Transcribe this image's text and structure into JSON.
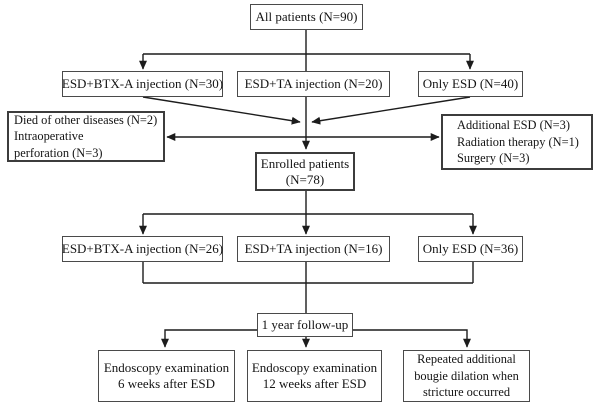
{
  "figure": {
    "type": "flowchart",
    "background_color": "#ffffff",
    "box_border_color": "#4a4a4a",
    "line_color": "#1c1c1c",
    "text_color": "#141414"
  },
  "nodes": {
    "all_patients": {
      "lines": [
        "All patients (N=90)"
      ]
    },
    "esd_btx_30": {
      "lines": [
        "ESD+BTX-A injection (N=30)"
      ]
    },
    "esd_ta_20": {
      "lines": [
        "ESD+TA injection (N=20)"
      ]
    },
    "only_esd_40": {
      "lines": [
        "Only ESD (N=40)"
      ]
    },
    "excluded_left": {
      "lines": [
        "Died of other diseases (N=2)",
        "Intraoperative",
        "perforation (N=3)"
      ]
    },
    "excluded_right": {
      "lines": [
        "Additional ESD (N=3)",
        "Radiation therapy (N=1)",
        "Surgery (N=3)"
      ]
    },
    "enrolled": {
      "lines": [
        "Enrolled patients",
        "(N=78)"
      ]
    },
    "esd_btx_26": {
      "lines": [
        "ESD+BTX-A injection (N=26)"
      ]
    },
    "esd_ta_16": {
      "lines": [
        "ESD+TA injection (N=16)"
      ]
    },
    "only_esd_36": {
      "lines": [
        "Only ESD (N=36)"
      ]
    },
    "follow_up": {
      "lines": [
        "1 year follow-up"
      ]
    },
    "endoscopy_6w": {
      "lines": [
        "Endoscopy examination",
        "6 weeks after ESD"
      ]
    },
    "endoscopy_12w": {
      "lines": [
        "Endoscopy examination",
        "12 weeks after ESD"
      ]
    },
    "bougie": {
      "lines": [
        "Repeated additional",
        "bougie dilation when",
        "stricture occurred"
      ]
    }
  }
}
